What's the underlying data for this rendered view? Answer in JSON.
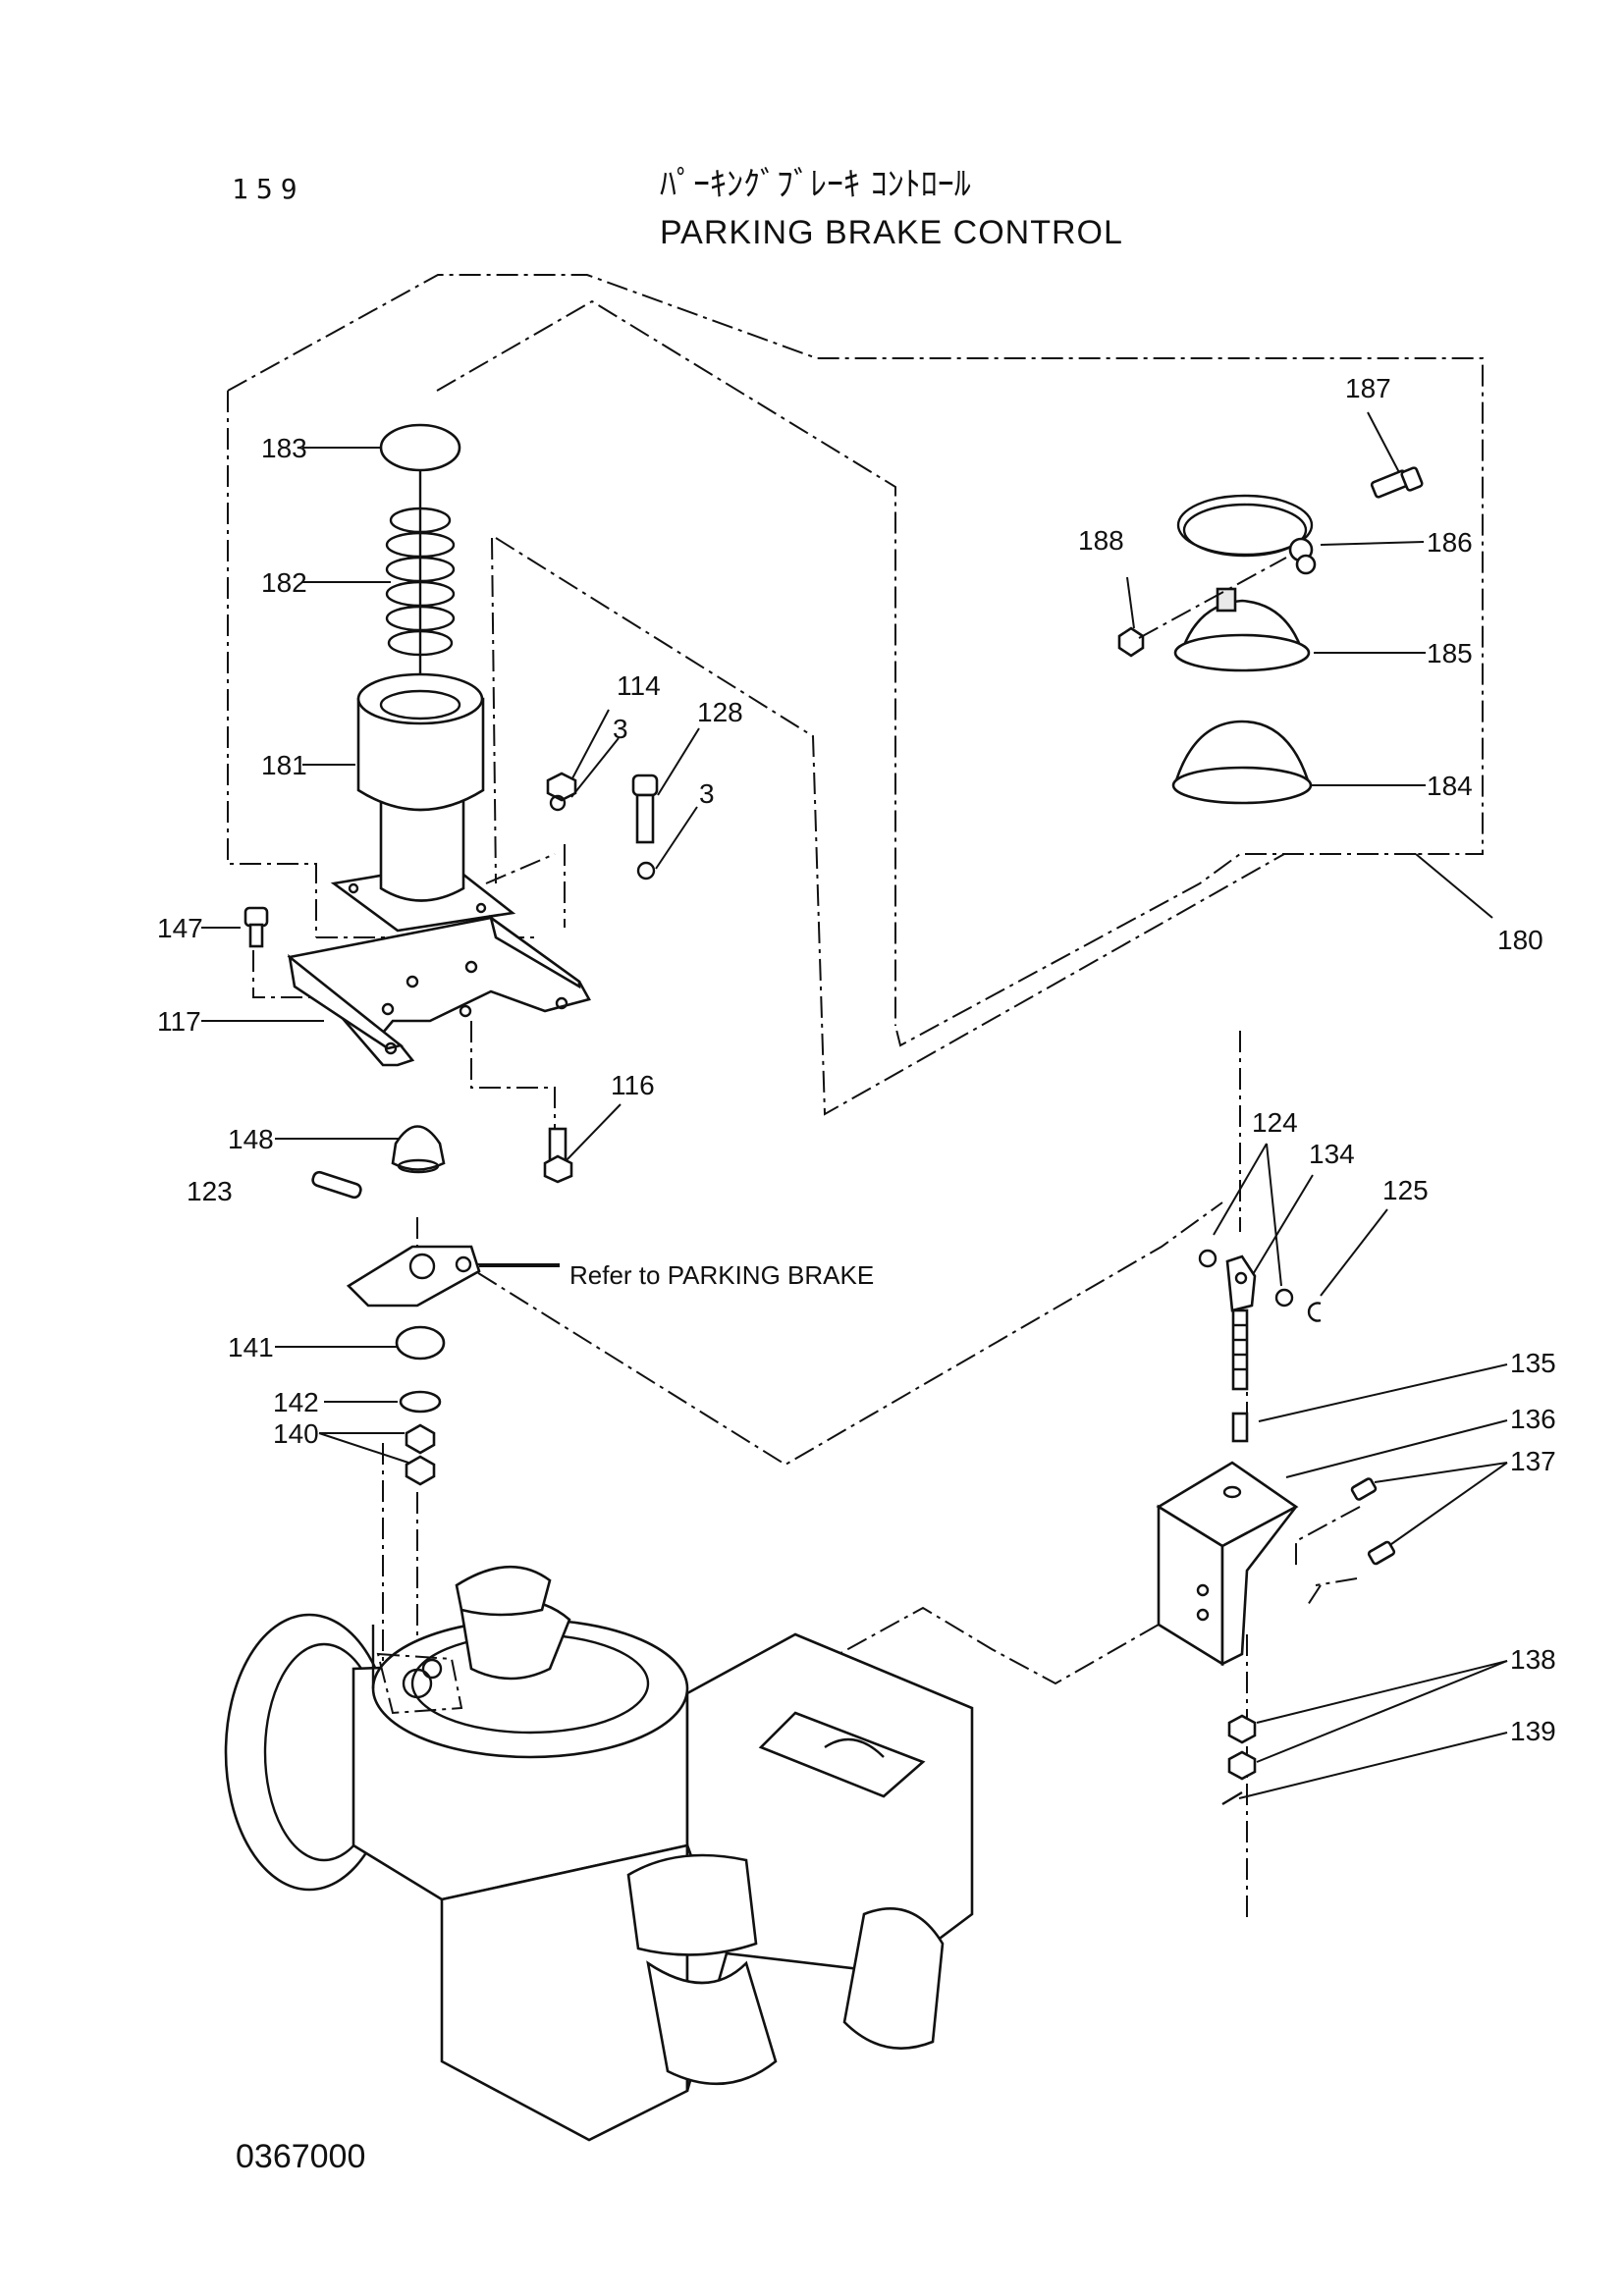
{
  "header": {
    "page_number": "159",
    "title_japanese": "ﾊﾟｰｷﾝｸﾞﾌﾞﾚｰｷ ｺﾝﾄﾛｰﾙ",
    "title_english": "PARKING BRAKE CONTROL"
  },
  "footer": {
    "drawing_number": "0367000"
  },
  "callouts": {
    "c180": "180",
    "c181": "181",
    "c182": "182",
    "c183": "183",
    "c184": "184",
    "c185": "185",
    "c186": "186",
    "c187": "187",
    "c188": "188",
    "c114": "114",
    "c3a": "3",
    "c128": "128",
    "c3b": "3",
    "c147": "147",
    "c117": "117",
    "c116": "116",
    "c148": "148",
    "c123": "123",
    "c141": "141",
    "c142": "142",
    "c140": "140",
    "c124": "124",
    "c134": "134",
    "c125": "125",
    "c135": "135",
    "c136": "136",
    "c137": "137",
    "c138": "138",
    "c139": "139"
  },
  "notes": {
    "refer": "Refer to PARKING BRAKE"
  }
}
